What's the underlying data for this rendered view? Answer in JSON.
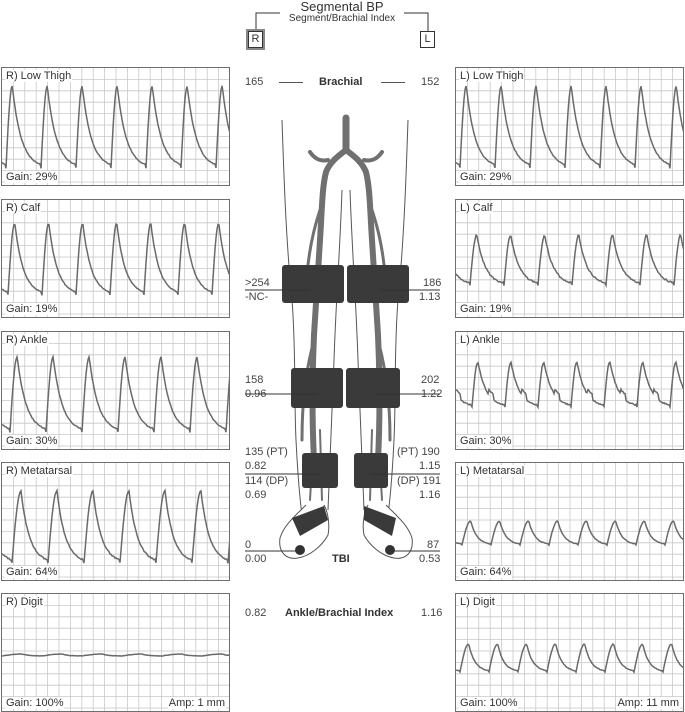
{
  "header": {
    "title": "Segmental BP",
    "subtitle": "Segment/Brachial Index",
    "right_side": "R",
    "left_side": "L"
  },
  "panels": {
    "right": [
      {
        "title": "R) Low Thigh",
        "gain": "Gain: 29%",
        "amp": ""
      },
      {
        "title": "R) Calf",
        "gain": "Gain: 19%",
        "amp": ""
      },
      {
        "title": "R) Ankle",
        "gain": "Gain: 30%",
        "amp": ""
      },
      {
        "title": "R) Metatarsal",
        "gain": "Gain: 64%",
        "amp": ""
      },
      {
        "title": "R) Digit",
        "gain": "Gain: 100%",
        "amp": "Amp: 1 mm"
      }
    ],
    "left": [
      {
        "title": "L) Low Thigh",
        "gain": "Gain: 29%",
        "amp": ""
      },
      {
        "title": "L) Calf",
        "gain": "Gain: 19%",
        "amp": ""
      },
      {
        "title": "L) Ankle",
        "gain": "Gain: 30%",
        "amp": ""
      },
      {
        "title": "L) Metatarsal",
        "gain": "Gain: 64%",
        "amp": ""
      },
      {
        "title": "L) Digit",
        "gain": "Gain: 100%",
        "amp": "Amp: 11 mm"
      }
    ]
  },
  "center": {
    "brachial": {
      "label": "Brachial",
      "right": "165",
      "left": "152"
    },
    "thigh": {
      "right_pressure": ">254",
      "right_index": "-NC-",
      "left_pressure": "186",
      "left_index": "1.13"
    },
    "calf": {
      "right_pressure": "158",
      "right_index": "0.96",
      "left_pressure": "202",
      "left_index": "1.22"
    },
    "ankle_pt": {
      "right": "135 (PT)",
      "right_index": "0.82",
      "left": "(PT) 190",
      "left_index": "1.15"
    },
    "ankle_dp": {
      "right": "114 (DP)",
      "right_index": "0.69",
      "left": "(DP) 191",
      "left_index": "1.16"
    },
    "tbi": {
      "label": "TBI",
      "right_pressure": "0",
      "right_index": "0.00",
      "left_pressure": "87",
      "left_index": "0.53"
    },
    "abi": {
      "label": "Ankle/Brachial Index",
      "right": "0.82",
      "left": "1.16"
    }
  },
  "colors": {
    "grid": "#c8c8c8",
    "waveform": "#6a6a6a",
    "cuff": "#3a3a3a",
    "artery": "#707070"
  }
}
